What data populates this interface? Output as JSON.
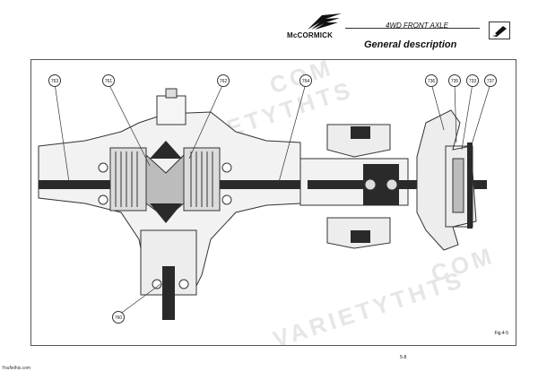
{
  "header": {
    "brand": "McCORMICK",
    "section": "4WD FRONT AXLE",
    "title": "General description",
    "icon": "pen-nib-icon"
  },
  "figure": {
    "label": "Fig.4-5",
    "callouts": [
      "763",
      "761",
      "762",
      "764",
      "736",
      "735",
      "733",
      "737",
      "760"
    ]
  },
  "watermark": {
    "text_long": "VARIETYTHTS",
    "text_short": "COM"
  },
  "footer": {
    "page": "5-8",
    "site": "Youfielhis.com"
  }
}
